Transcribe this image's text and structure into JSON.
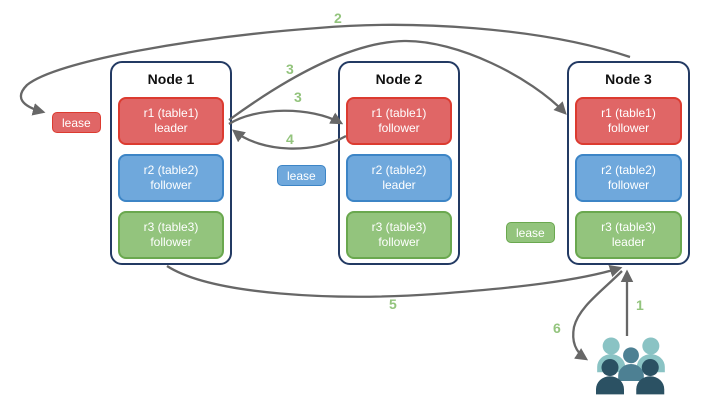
{
  "diagram": {
    "nodes": [
      {
        "title": "Node 1",
        "replicas": [
          {
            "name": "r1 (table1)",
            "role": "leader",
            "variant": "red"
          },
          {
            "name": "r2 (table2)",
            "role": "follower",
            "variant": "blue"
          },
          {
            "name": "r3 (table3)",
            "role": "follower",
            "variant": "green"
          }
        ]
      },
      {
        "title": "Node 2",
        "replicas": [
          {
            "name": "r1 (table1)",
            "role": "follower",
            "variant": "red"
          },
          {
            "name": "r2 (table2)",
            "role": "leader",
            "variant": "blue"
          },
          {
            "name": "r3 (table3)",
            "role": "follower",
            "variant": "green"
          }
        ]
      },
      {
        "title": "Node 3",
        "replicas": [
          {
            "name": "r1 (table1)",
            "role": "follower",
            "variant": "red"
          },
          {
            "name": "r2 (table2)",
            "role": "follower",
            "variant": "blue"
          },
          {
            "name": "r3 (table3)",
            "role": "leader",
            "variant": "green"
          }
        ]
      }
    ],
    "leases": [
      {
        "label": "lease",
        "variant": "red"
      },
      {
        "label": "lease",
        "variant": "blue"
      },
      {
        "label": "lease",
        "variant": "green"
      }
    ],
    "steps": {
      "s1": "1",
      "s2": "2",
      "s3a": "3",
      "s3b": "3",
      "s4": "4",
      "s5": "5",
      "s6": "6"
    },
    "arrows": [
      {
        "step": "1",
        "from": "users",
        "to": "node-3-bottom"
      },
      {
        "step": "2",
        "from": "node-3-top",
        "to": "lease-red"
      },
      {
        "step": "3",
        "from": "node-1-r1",
        "to": "node-3-r1"
      },
      {
        "step": "3",
        "from": "node-1-r1",
        "to": "node-2-r1"
      },
      {
        "step": "4",
        "from": "node-2-r1",
        "to": "node-1-r1"
      },
      {
        "step": "5",
        "from": "node-1-bottom",
        "to": "node-3-bottom"
      },
      {
        "step": "6",
        "from": "node-3-bottom",
        "to": "users"
      }
    ],
    "colors": {
      "red_fill": "#e06666",
      "red_border": "#dc3b30",
      "blue_fill": "#6fa8dc",
      "blue_border": "#3d85c6",
      "green_fill": "#93c47d",
      "green_border": "#6aa84f",
      "node_border": "#233a63",
      "arrow": "#676767",
      "step_label": "#93c47d",
      "users_light": "#8ac3c4",
      "users_mid": "#4d8093",
      "users_dark": "#2b5163"
    }
  }
}
